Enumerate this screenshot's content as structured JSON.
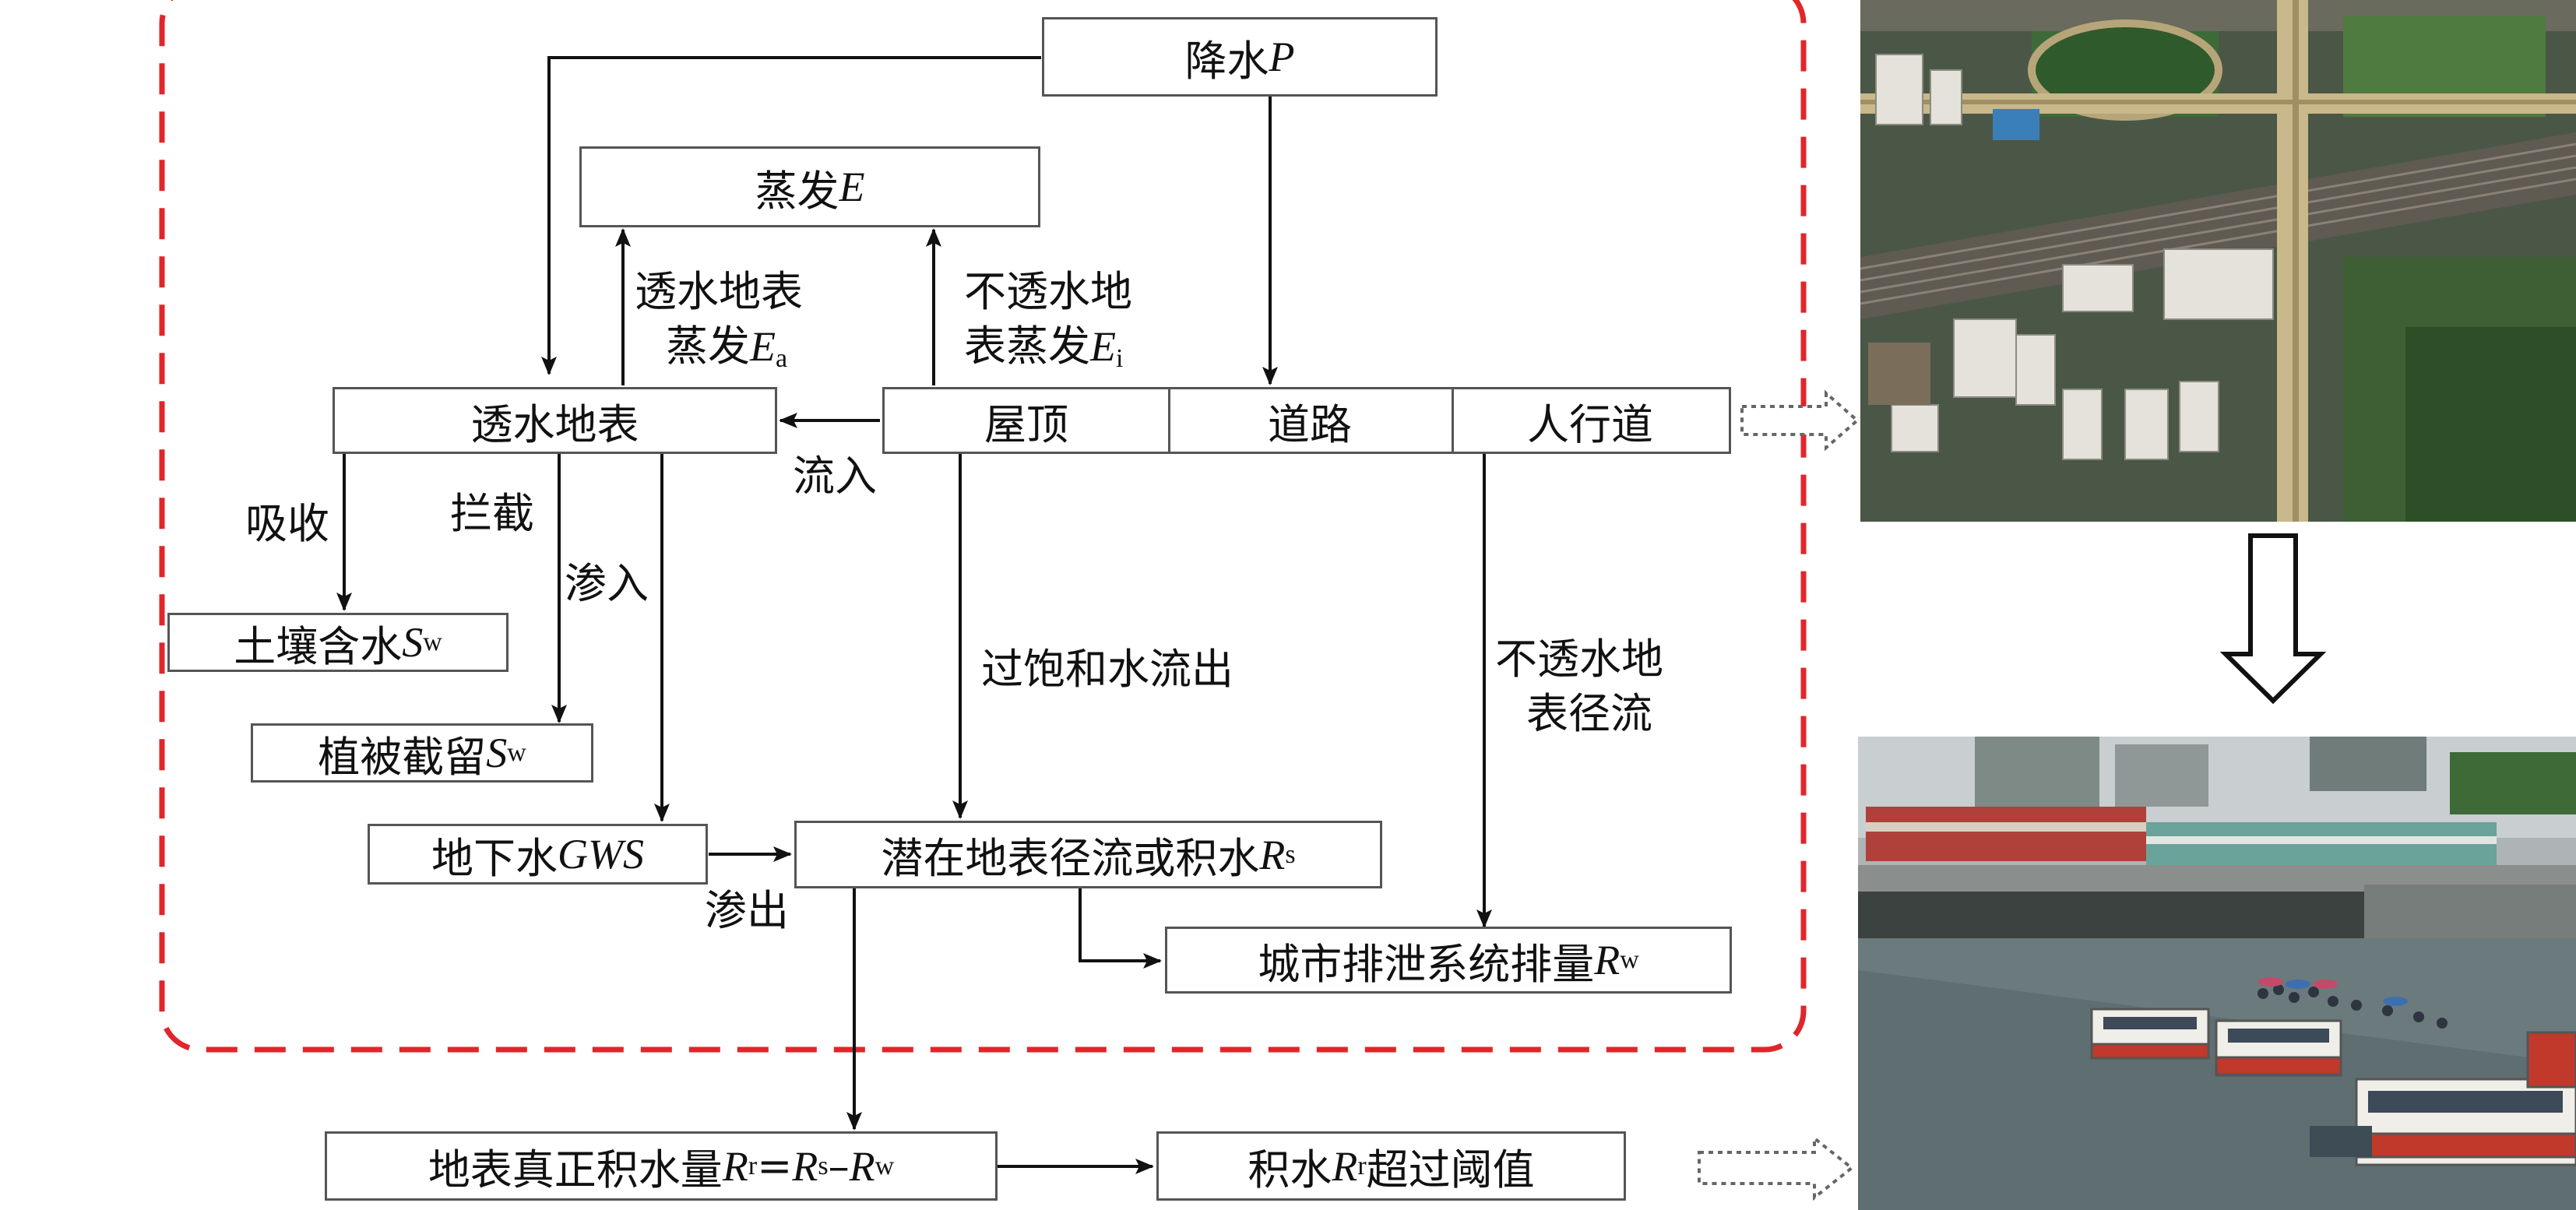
{
  "diagram": {
    "nodes": {
      "precip": {
        "text": "降水",
        "var": "P"
      },
      "evap": {
        "text": "蒸发",
        "var": "E"
      },
      "permeable": {
        "text": "透水地表"
      },
      "roof": {
        "text": "屋顶"
      },
      "road": {
        "text": "道路"
      },
      "sidewalk": {
        "text": "人行道"
      },
      "soil": {
        "text": "土壤含水",
        "var": "S",
        "sub": "w"
      },
      "veg": {
        "text": "植被截留",
        "var": "S",
        "sub": "w"
      },
      "gw": {
        "text": "地下水",
        "var": "GWS"
      },
      "potential": {
        "text": "潜在地表径流或积水",
        "var": "R",
        "sub": "s"
      },
      "drain": {
        "text": "城市排泄系统排量",
        "var": "R",
        "sub": "w"
      },
      "real": {
        "text": "地表真正积水量",
        "var1": "R",
        "sub1": "r",
        "eq": "=",
        "var2": "R",
        "sub2": "s",
        "minus": "–",
        "var3": "R",
        "sub3": "w"
      },
      "exceed": {
        "text1": "积水",
        "var": "R",
        "sub": "r",
        "text2": "超过阈值"
      }
    },
    "labels": {
      "perm_evap_line1": "透水地表",
      "perm_evap_line2": "蒸发",
      "perm_evap_var": "E",
      "perm_evap_sub": "a",
      "imperm_evap_line1": "不透水地",
      "imperm_evap_line2": "表蒸发",
      "imperm_evap_var": "E",
      "imperm_evap_sub": "i",
      "inflow": "流入",
      "absorb": "吸收",
      "intercept": "拦截",
      "infiltrate": "渗入",
      "saturation": "过饱和水流出",
      "imperm_runoff_line1": "不透水地",
      "imperm_runoff_line2": "表径流",
      "seep_out": "渗出"
    },
    "colors": {
      "dashed_border": "#e0262a",
      "box_border": "#555555",
      "arrow": "#111111",
      "hollow_arrow": "#666666"
    }
  },
  "images": {
    "top": {
      "subject": "aerial city view with highway interchange and railway"
    },
    "bottom": {
      "subject": "flooded underpass with submerged buses and onlookers"
    }
  }
}
